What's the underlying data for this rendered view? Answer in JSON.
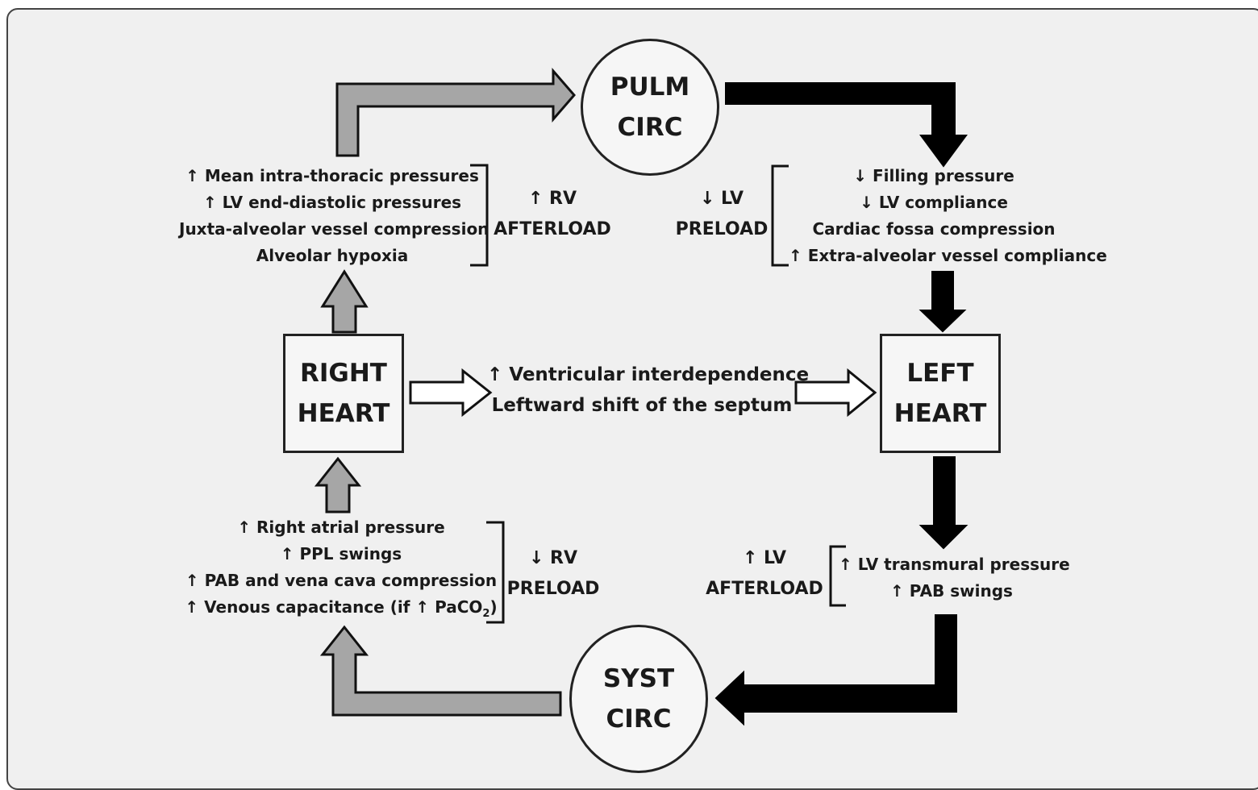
{
  "nodes": {
    "pulm_circ": [
      "PULM",
      "CIRC"
    ],
    "right_heart": [
      "RIGHT",
      "HEART"
    ],
    "left_heart": [
      "LEFT",
      "HEART"
    ],
    "syst_circ": [
      "SYST",
      "CIRC"
    ]
  },
  "rv_afterload": {
    "causes": [
      "↑ Mean intra-thoracic pressures",
      "↑ LV end-diastolic pressures",
      "Juxta-alveolar vessel compression",
      "Alveolar hypoxia"
    ],
    "label": [
      "↑ RV",
      "AFTERLOAD"
    ]
  },
  "lv_preload": {
    "label": [
      "↓ LV",
      "PRELOAD"
    ],
    "causes": [
      "↓ Filling pressure",
      "↓ LV compliance",
      "Cardiac fossa compression",
      "↑ Extra-alveolar vessel compliance"
    ]
  },
  "interdependence": [
    "↑ Ventricular interdependence",
    "Leftward shift of the septum"
  ],
  "rv_preload": {
    "causes": [
      "↑ Right atrial pressure",
      "↑ PPL swings",
      "↑ PAB and vena cava compression",
      "↑ Venous capacitance (if ↑ PaCO",
      "2",
      ")"
    ],
    "label": [
      "↓ RV",
      "PRELOAD"
    ]
  },
  "lv_afterload": {
    "label": [
      "↑ LV",
      "AFTERLOAD"
    ],
    "causes": [
      "↑ LV transmural pressure",
      "↑ PAB swings"
    ]
  },
  "colors": {
    "gray_arrow": "#a6a6a6",
    "black_arrow": "#000000",
    "hollow_arrow": "#ffffff",
    "panel": "#f0f0f0"
  }
}
